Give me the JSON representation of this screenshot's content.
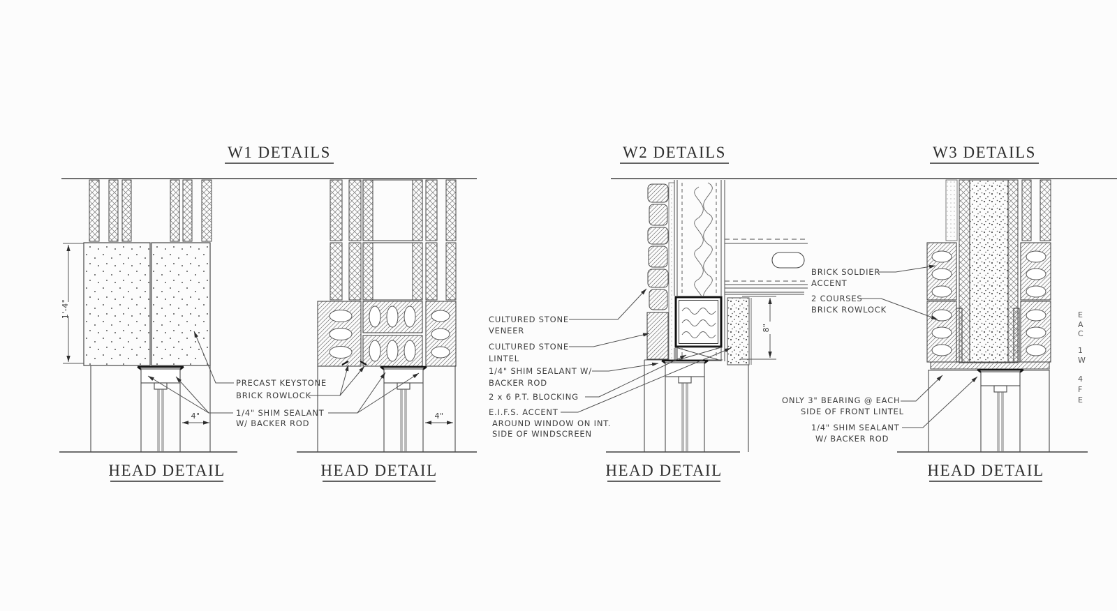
{
  "colors": {
    "background": "#fcfcfc",
    "line": "#474747",
    "heavy_line": "#161616",
    "text": "#3d3d3d"
  },
  "titles": {
    "w1": "W1 DETAILS",
    "w2": "W2 DETAILS",
    "w3": "W3 DETAILS"
  },
  "captions": {
    "head1": "HEAD DETAIL",
    "head2": "HEAD DETAIL",
    "head3": "HEAD DETAIL",
    "head4": "HEAD DETAIL"
  },
  "dimensions": {
    "w1_precast_height": "1'-4\"",
    "w1a_jamb_offset": "4\"",
    "w1b_jamb_offset": "4\"",
    "w2_lintel_depth": "8\""
  },
  "annotations": {
    "w1": {
      "precast_keystone": "PRECAST KEYSTONE",
      "brick_rowlock": "BRICK ROWLOCK",
      "shim_1": "1/4\" SHIM SEALANT",
      "shim_2": "W/ BACKER ROD"
    },
    "w2": {
      "veneer_1": "CULTURED STONE",
      "veneer_2": "VENEER",
      "lintel_1": "CULTURED STONE",
      "lintel_2": "LINTEL",
      "shim_1": "1/4\" SHIM SEALANT W/",
      "shim_2": "BACKER ROD",
      "blocking": "2 x 6 P.T. BLOCKING",
      "eifs_1": "E.I.F.S. ACCENT",
      "eifs_2": "AROUND WINDOW ON INT.",
      "eifs_3": "SIDE OF WINDSCREEN"
    },
    "w3": {
      "soldier_1": "BRICK SOLDIER",
      "soldier_2": "ACCENT",
      "rowlock_1": "2 COURSES",
      "rowlock_2": "BRICK ROWLOCK",
      "bearing_1": "ONLY 3\" BEARING @ EACH",
      "bearing_2": "SIDE OF FRONT LINTEL",
      "shim_1": "1/4\" SHIM SEALANT",
      "shim_2": "W/ BACKER ROD"
    },
    "edge_fragments": [
      "E",
      "A",
      "C",
      "1",
      "W",
      "4",
      "F",
      "E"
    ]
  }
}
